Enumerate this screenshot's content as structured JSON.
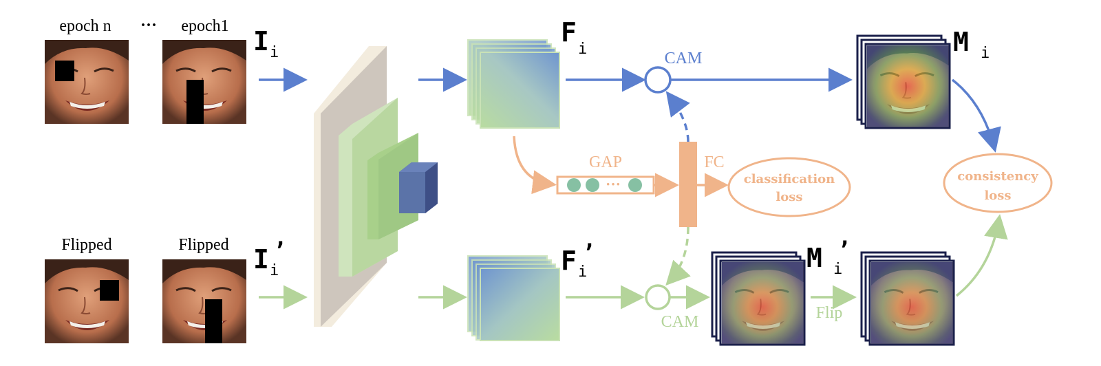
{
  "colors": {
    "blue": "#5b7fce",
    "green": "#b4d49a",
    "orange": "#f0b48a",
    "orange_dark": "#e9a06a",
    "backbone": "#cec6bd",
    "backbone_edge": "#f3ecde",
    "block_green": "#b9d7a0",
    "block_green2": "#9fc884",
    "block_blue": "#5b73a8"
  },
  "inputs": {
    "top_left_caption": "epoch n",
    "ellipsis": "···",
    "top_right_caption": "epoch1",
    "bottom_left_caption": "Flipped",
    "bottom_right_caption": "Flipped"
  },
  "symbols": {
    "I_base": "I",
    "I_sub": "i",
    "I_prime": "’",
    "F_base": "F",
    "F_sub": "i",
    "F_prime": "’",
    "M_base": "M",
    "M_sub": "i",
    "M_prime": "’"
  },
  "labels": {
    "cam_top": "CAM",
    "cam_bottom": "CAM",
    "gap": "GAP",
    "gap_dots": "···",
    "fc": "FC",
    "flip": "Flip",
    "classification_line1": "classification",
    "classification_line2": "loss",
    "consistency_line1": "consistency",
    "consistency_line2": "loss"
  }
}
